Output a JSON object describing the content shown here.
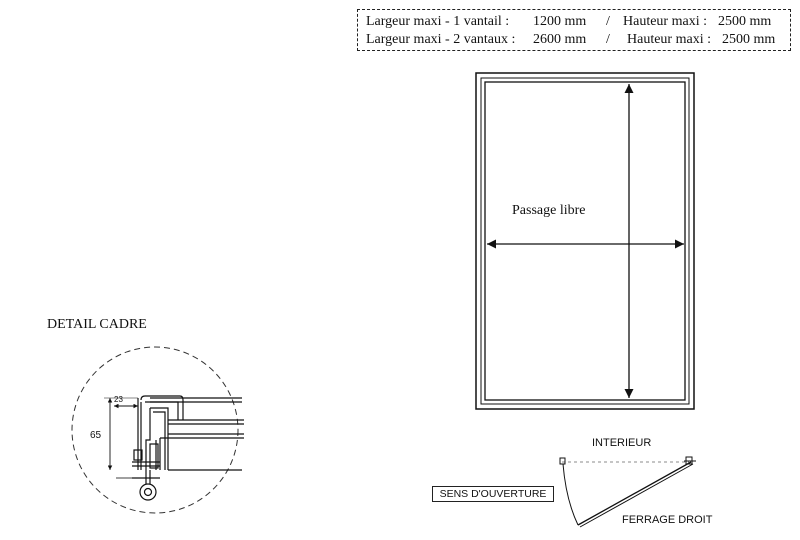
{
  "specs": [
    {
      "width_label": "Largeur maxi - 1 vantail :",
      "width_value": "1200 mm",
      "separator": "/",
      "height_label": "Hauteur maxi :",
      "height_value": "2500 mm"
    },
    {
      "width_label": "Largeur maxi - 2 vantaux :",
      "width_value": "2600 mm",
      "separator": "/",
      "height_label": "Hauteur maxi :",
      "height_value": "2500 mm"
    }
  ],
  "door": {
    "passage_label": "Passage libre"
  },
  "detail": {
    "title": "DETAIL CADRE",
    "dim_width": "23",
    "dim_height": "65"
  },
  "opening": {
    "interior_label": "INTERIEUR",
    "direction_label": "SENS D'OUVERTURE",
    "hinge_label": "FERRAGE DROIT"
  }
}
